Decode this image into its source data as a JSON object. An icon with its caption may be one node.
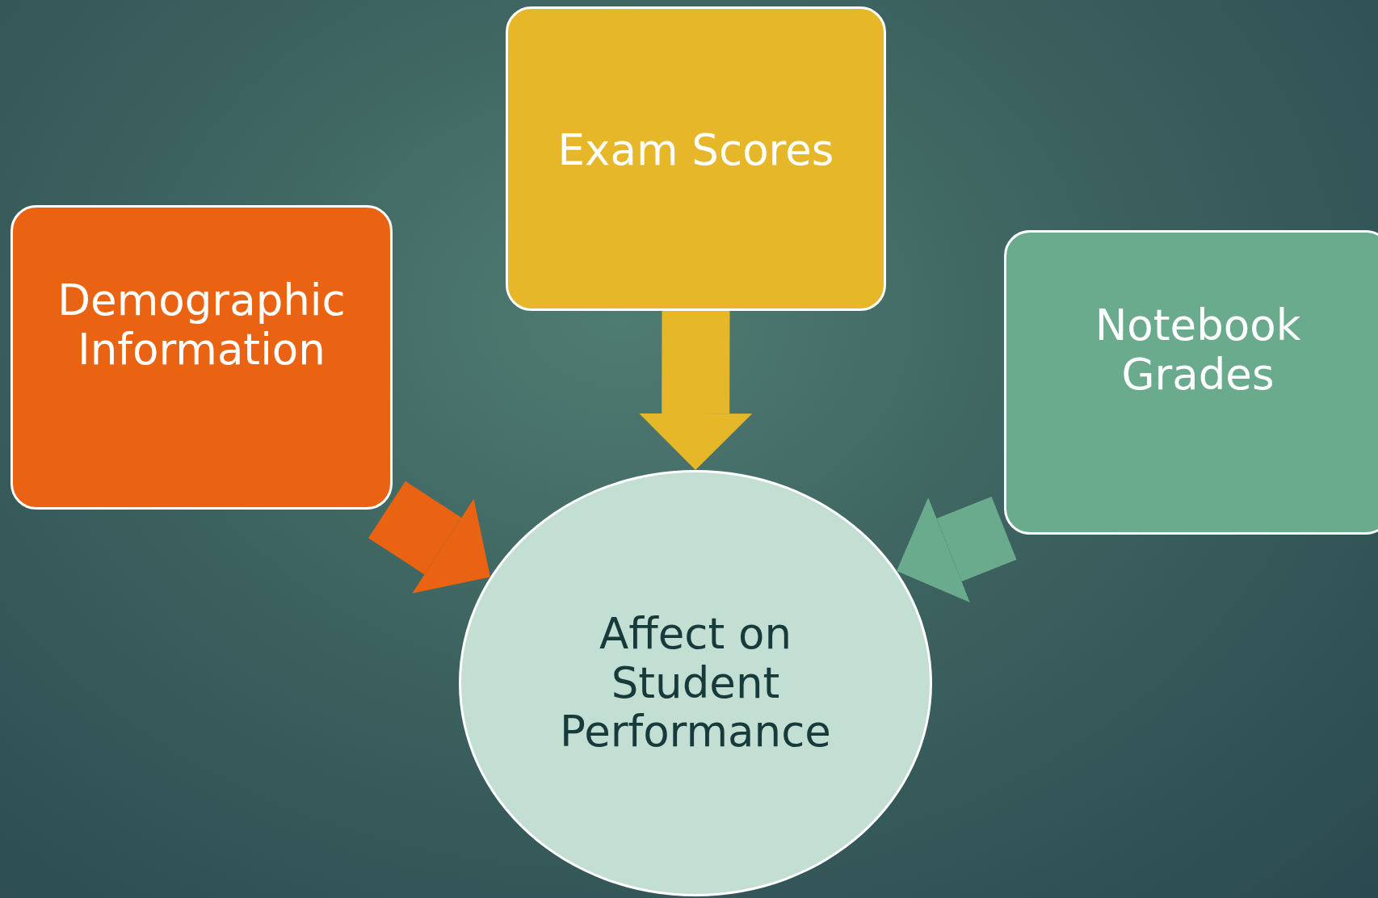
{
  "diagram": {
    "nodes": [
      {
        "text": [
          "Demographic Information"
        ]
      },
      {
        "text": [
          "Exam Scores"
        ]
      },
      {
        "text": [
          "Notebook Grades"
        ]
      },
      {
        "text": [
          "Affect on Student Performance"
        ]
      }
    ],
    "edges": [
      {
        "from": 0,
        "to": 3,
        "arrow": "to",
        "color": "#e96312"
      },
      {
        "from": 1,
        "to": 3,
        "arrow": "to",
        "color": "#e5b729"
      },
      {
        "from": 2,
        "to": 3,
        "arrow": "to",
        "color": "#6aab8e"
      }
    ]
  }
}
